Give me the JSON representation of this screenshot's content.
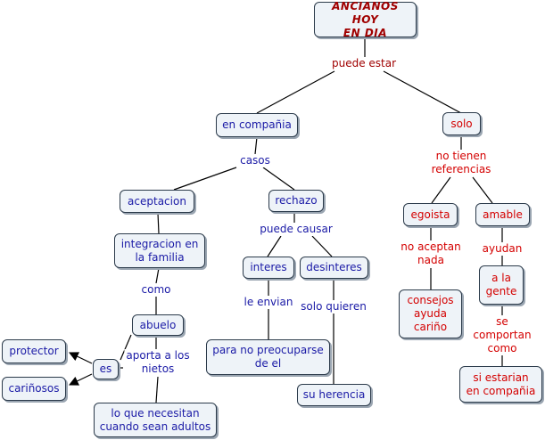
{
  "concept_map": {
    "title": "ANCIANOS HOY\nEN DIA",
    "nodes": {
      "en_compania": "en compañia",
      "solo": "solo",
      "aceptacion": "aceptacion",
      "rechazo": "rechazo",
      "integracion": "integracion en\nla familia",
      "abuelo": "abuelo",
      "protector": "protector",
      "es": "es",
      "carinosos": "cariñosos",
      "lo_que_necesitan": "lo que necesitan\ncuando sean adultos",
      "interes": "interes",
      "desinteres": "desinteres",
      "para_no_preocuparse": "para no preocuparse\nde el",
      "su_herencia": "su herencia",
      "egoista": "egoista",
      "amable": "amable",
      "consejos": "consejos\nayuda\ncariño",
      "a_la_gente": "a la\ngente",
      "si_estarian": "si estarian\nen compañia"
    },
    "link_labels": {
      "puede_estar": "puede estar",
      "casos": "casos",
      "no_tienen_referencias": "no tienen\nreferencias",
      "como": "como",
      "aporta_a_los_nietos": "aporta a los\nnietos",
      "puede_causar": "puede causar",
      "le_envian": "le envian",
      "solo_quieren": "solo quieren",
      "no_aceptan_nada": "no aceptan\nnada",
      "ayudan": "ayudan",
      "se_comportan_como": "se comportan\ncomo"
    },
    "colors": {
      "node_fill": "#eef3f8",
      "node_border": "#2b3a4a",
      "blue_text": "#1a1aa6",
      "red_text": "#d40000",
      "title_text": "#a00000",
      "line": "#000000"
    }
  }
}
